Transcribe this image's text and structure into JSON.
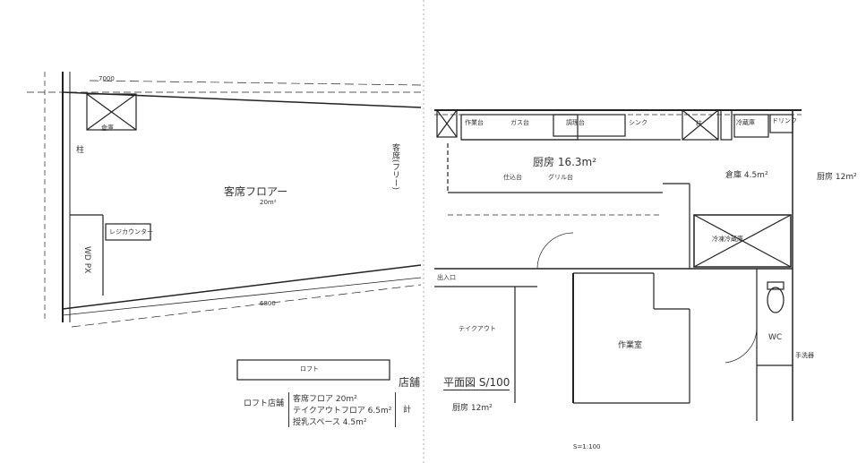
{
  "left_plan": {
    "floor_label": "客席フロアー",
    "floor_area": "20m²",
    "free_seat": "客席(フリー)",
    "register": "レジカウンター",
    "pillar": "柱",
    "wd": "WD PX",
    "storage": "倉庫",
    "loft": "ロフト",
    "dim_top": "7000",
    "dim_bottom": "6800"
  },
  "right_plan": {
    "kitchen_label": "厨房 16.3m²",
    "storage_label": "倉庫 4.5m²",
    "kitchen_total": "厨房 12m²",
    "work_table": "作業台",
    "gas_table": "ガス台",
    "cook_table": "調理台",
    "sink": "シンク",
    "pillar": "柱",
    "fridge": "冷蔵庫",
    "drink": "ドリンク",
    "freezer": "冷凍冷蔵庫",
    "grill": "グリル台",
    "prep": "仕込台",
    "wc": "WC",
    "hand_wash": "手洗器",
    "takeout": "テイクアウト",
    "work_room": "作業室",
    "entrance": "出入口"
  },
  "notes": {
    "plan_title": "平面図 S/100",
    "title_prefix": "店舗",
    "summary_label": "ロフト店舗",
    "summary_lines": [
      "客席フロア 20m²",
      "テイクアウトフロア 6.5m²",
      "授乳スペース 4.5m²"
    ],
    "total": "計",
    "kitchen_area": "厨房 12m²",
    "scale": "S=1:100"
  }
}
